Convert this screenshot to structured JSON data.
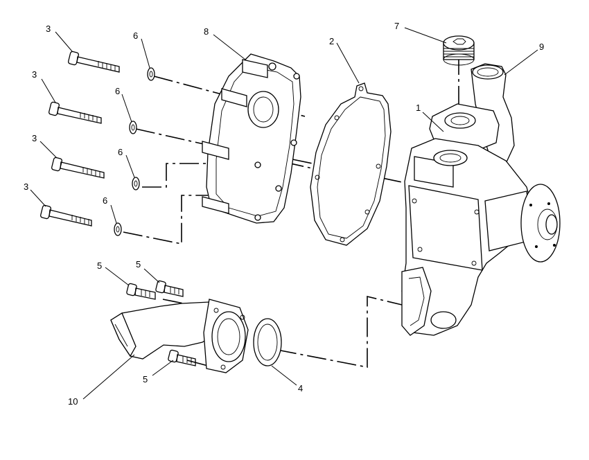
{
  "diagram": {
    "callouts": [
      {
        "label": "3"
      },
      {
        "label": "3"
      },
      {
        "label": "3"
      },
      {
        "label": "3"
      },
      {
        "label": "6"
      },
      {
        "label": "6"
      },
      {
        "label": "6"
      },
      {
        "label": "6"
      },
      {
        "label": "8"
      },
      {
        "label": "2"
      },
      {
        "label": "7"
      },
      {
        "label": "9"
      },
      {
        "label": "1"
      },
      {
        "label": "5"
      },
      {
        "label": "5"
      },
      {
        "label": "5"
      },
      {
        "label": "10"
      },
      {
        "label": "4"
      }
    ]
  }
}
